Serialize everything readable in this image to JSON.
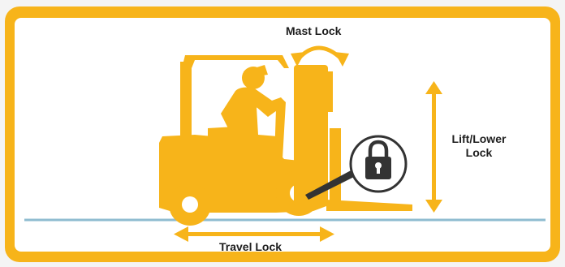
{
  "labels": {
    "mast": "Mast Lock",
    "lift": "Lift/Lower Lock",
    "travel": "Travel Lock"
  },
  "icons": {
    "lock": "padlock-icon",
    "mast_tilt": "curved-double-arrow-icon",
    "lift": "vertical-double-arrow-icon",
    "travel": "horizontal-double-arrow-icon"
  },
  "colors": {
    "accent": "#f7b41a",
    "dark": "#333333",
    "ground": "#8fbcd0"
  }
}
